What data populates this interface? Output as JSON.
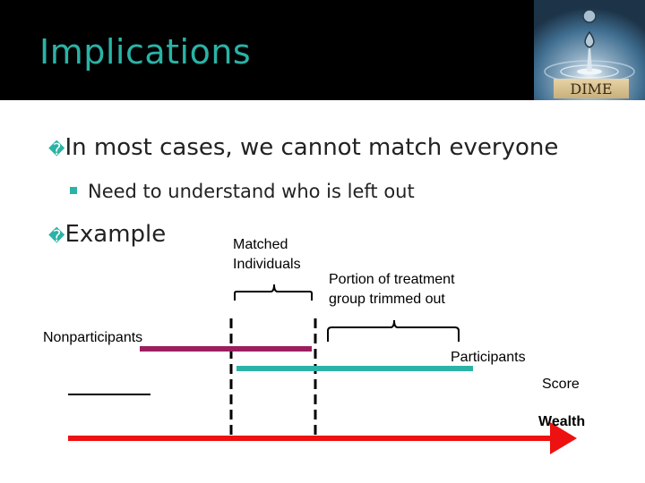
{
  "slide": {
    "title": "Implications",
    "bullets": [
      {
        "glyph": "�",
        "text": "In most cases, we cannot match everyone"
      },
      {
        "text": "Need to understand who is left out"
      },
      {
        "glyph": "�",
        "text": "Example"
      }
    ],
    "logo": {
      "text": "DIME",
      "icon": "water-drop-logo"
    }
  },
  "diagram": {
    "labels": {
      "matched_line1": "Matched",
      "matched_line2": "Individuals",
      "trimmed_line1": "Portion of treatment",
      "trimmed_line2": "group trimmed out",
      "nonparticipants": "Nonparticipants",
      "participants": "Participants",
      "score": "Score",
      "wealth": "Wealth"
    },
    "colors": {
      "nonparticipants": "#9b1f5e",
      "participants": "#2ab3a6",
      "wealth": "#ee1111",
      "score": "#000000",
      "accent": "#2ab3a6"
    }
  }
}
